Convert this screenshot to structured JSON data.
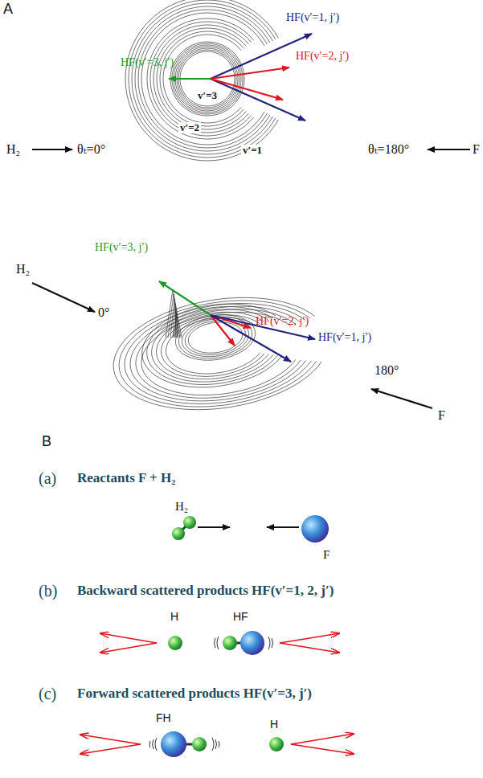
{
  "diagram": {
    "labels": [
      "A",
      "H₂",
      "θₜ=0°",
      "θₜ=180°",
      "F",
      "HF(v′=3, j′)",
      "HF(v′=1, j′)",
      "HF(v′=2, j′)",
      "v′=3",
      "v′=2",
      "v′=1",
      "HF(v′=3, j′)",
      "H₂",
      "0°",
      "HF(v′=2, j′)",
      "HF(v′=1, j′)",
      "180°",
      "F",
      "B",
      "(a)",
      "Reactants F + H₂",
      "H₂",
      "F",
      "(b)",
      "Backward scattered products HF(v′=1, 2, j′)",
      "H",
      "HF",
      "(c)",
      "Forward scattered products HF(v′=3, j′)",
      "FH",
      "H"
    ]
  }
}
